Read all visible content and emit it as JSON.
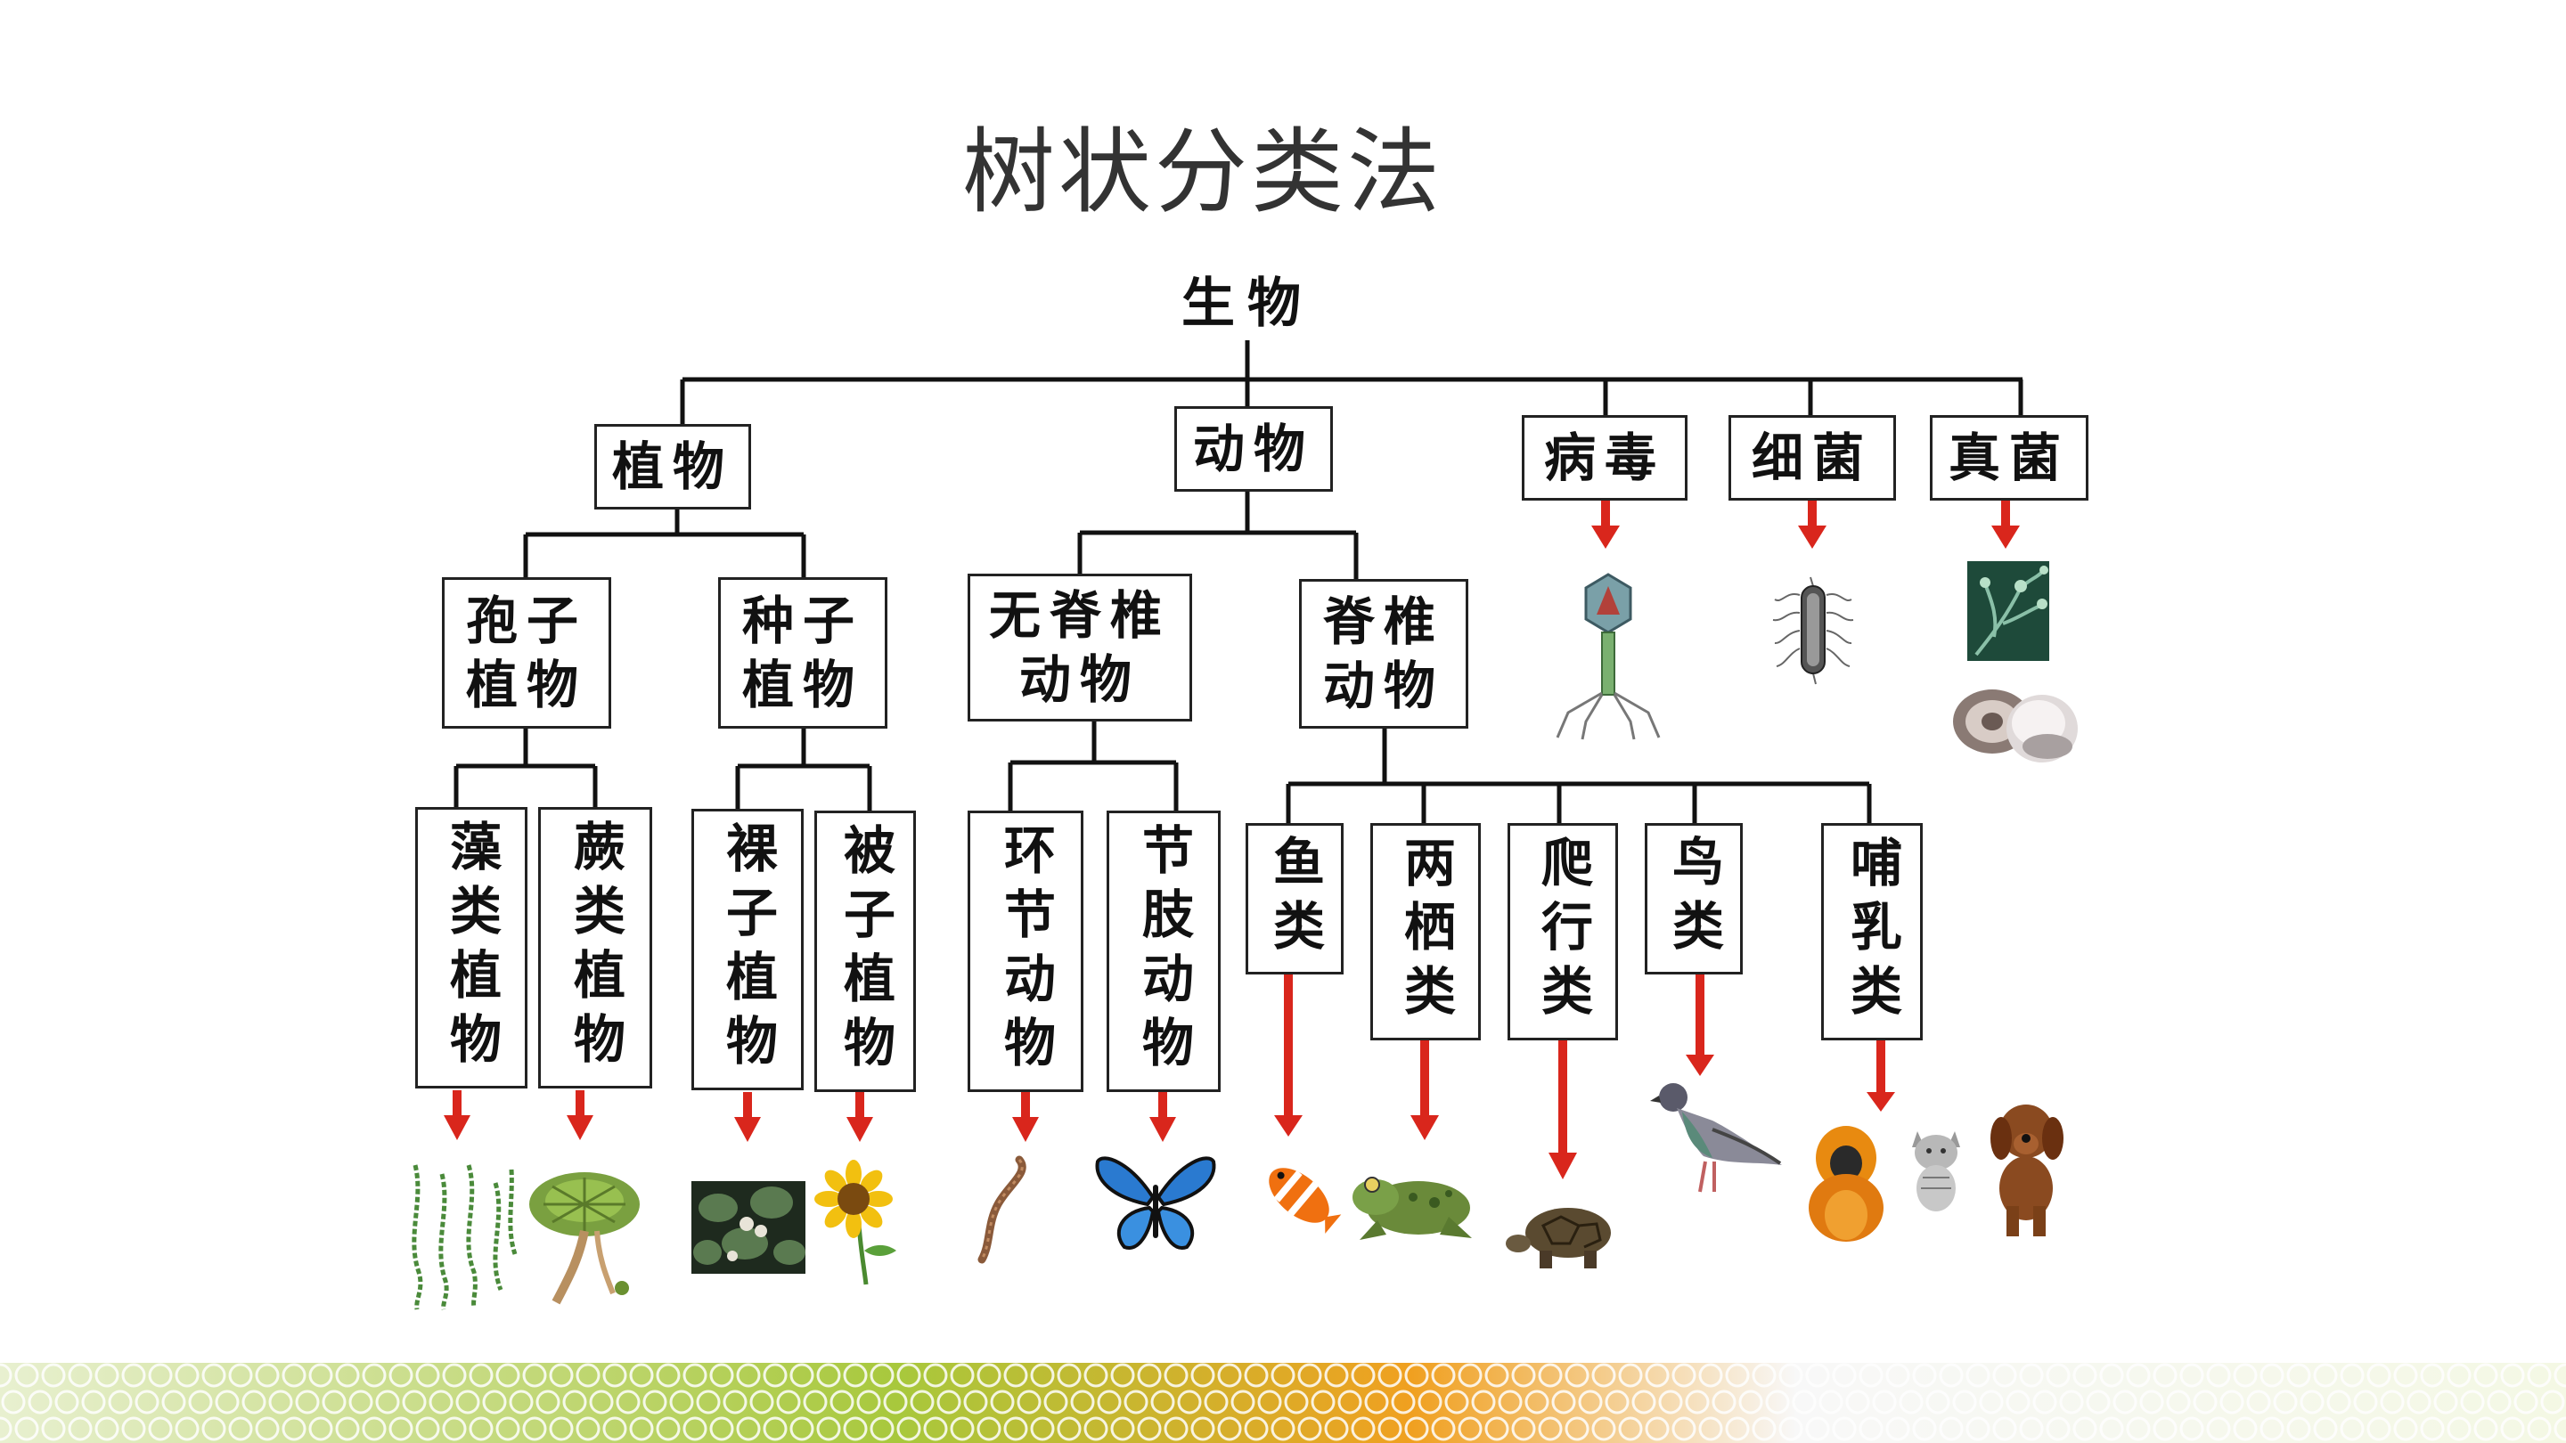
{
  "title": "树状分类法",
  "root": "生物",
  "level1": {
    "plants": "植物",
    "animals": "动物",
    "viruses": "病毒",
    "bacteria": "细菌",
    "fungi": "真菌"
  },
  "level2": {
    "spore_plants": [
      "孢子",
      "植物"
    ],
    "seed_plants": [
      "种子",
      "植物"
    ],
    "invertebrates": [
      "无脊椎",
      "动物"
    ],
    "vertebrates": [
      "脊椎",
      "动物"
    ]
  },
  "level3": {
    "algae": "藻类植物",
    "ferns": "蕨类植物",
    "gymnosperms": "裸子植物",
    "angiosperms": "被子植物",
    "annelids": "环节动物",
    "arthropods": "节肢动物",
    "fish": "鱼类",
    "amphibians": "两栖类",
    "reptiles": "爬行类",
    "birds": "鸟类",
    "mammals": "哺乳类"
  },
  "colors": {
    "arrow": "#d9261c",
    "line": "#111111",
    "footer_green": "#a8c83c",
    "footer_orange": "#f0a020"
  },
  "pictures": [
    "algae-picture",
    "fern-picture",
    "gymnosperm-picture",
    "sunflower-picture",
    "earthworm-picture",
    "butterfly-picture",
    "clownfish-picture",
    "frog-picture",
    "turtle-picture",
    "pigeon-picture",
    "monkey-picture",
    "cat-picture",
    "dog-picture",
    "virus-picture",
    "bacterium-picture",
    "fungus-picture",
    "mushroom-picture"
  ]
}
